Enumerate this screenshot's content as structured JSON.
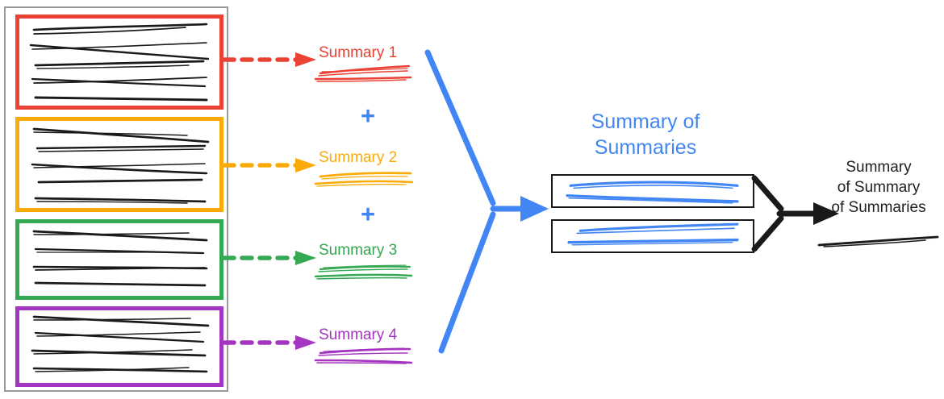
{
  "diagram": {
    "title": "Hierarchical summarization pipeline",
    "colors": {
      "red": "#EA4335",
      "orange": "#FBAB09",
      "green": "#34A853",
      "purple": "#A435C0",
      "blue": "#4285F4",
      "black": "#202124",
      "gray_border": "#9a9a9a"
    }
  },
  "source_documents": {
    "container_name": "source-document-stack",
    "chunks": [
      {
        "id": "chunk-1",
        "color": "#EA4335",
        "color_name": "red",
        "line_count": 5
      },
      {
        "id": "chunk-2",
        "color": "#FBAB09",
        "color_name": "orange",
        "line_count": 5
      },
      {
        "id": "chunk-3",
        "color": "#34A853",
        "color_name": "green",
        "line_count": 4
      },
      {
        "id": "chunk-4",
        "color": "#A435C0",
        "color_name": "purple",
        "line_count": 4
      }
    ]
  },
  "summaries": [
    {
      "label": "Summary 1",
      "color": "#EA4335",
      "color_name": "red",
      "arrow": "dashed-arrow-right"
    },
    {
      "label": "Summary 2",
      "color": "#FBAB09",
      "color_name": "orange",
      "arrow": "dashed-arrow-right"
    },
    {
      "label": "Summary 3",
      "color": "#34A853",
      "color_name": "green",
      "arrow": "dashed-arrow-right"
    },
    {
      "label": "Summary 4",
      "color": "#A435C0",
      "color_name": "purple",
      "arrow": "dashed-arrow-right"
    }
  ],
  "operators": {
    "plus_1": "+",
    "plus_2": "+",
    "plus_3": "+"
  },
  "summary_of_summaries": {
    "title_line_1": "Summary of",
    "title_line_2": "Summaries",
    "title_full": "Summary of Summaries",
    "color": "#4285F4",
    "boxes": [
      {
        "id": "sos-box-1",
        "line_count": 2,
        "line_color": "#4285F4"
      },
      {
        "id": "sos-box-2",
        "line_count": 2,
        "line_color": "#4285F4"
      }
    ]
  },
  "final_output": {
    "title_line_1": "Summary",
    "title_line_2": "of Summary",
    "title_line_3": "of Summaries",
    "title_full": "Summary of Summary of Summaries",
    "color": "#202124",
    "scribble_line_count": 1
  },
  "connectors": {
    "merge_blue": {
      "name": "blue-merge-arrow",
      "color": "#4285F4",
      "direction": "right",
      "inputs": 4
    },
    "merge_black": {
      "name": "black-merge-arrow",
      "color": "#202124",
      "direction": "right",
      "inputs": 2
    }
  }
}
